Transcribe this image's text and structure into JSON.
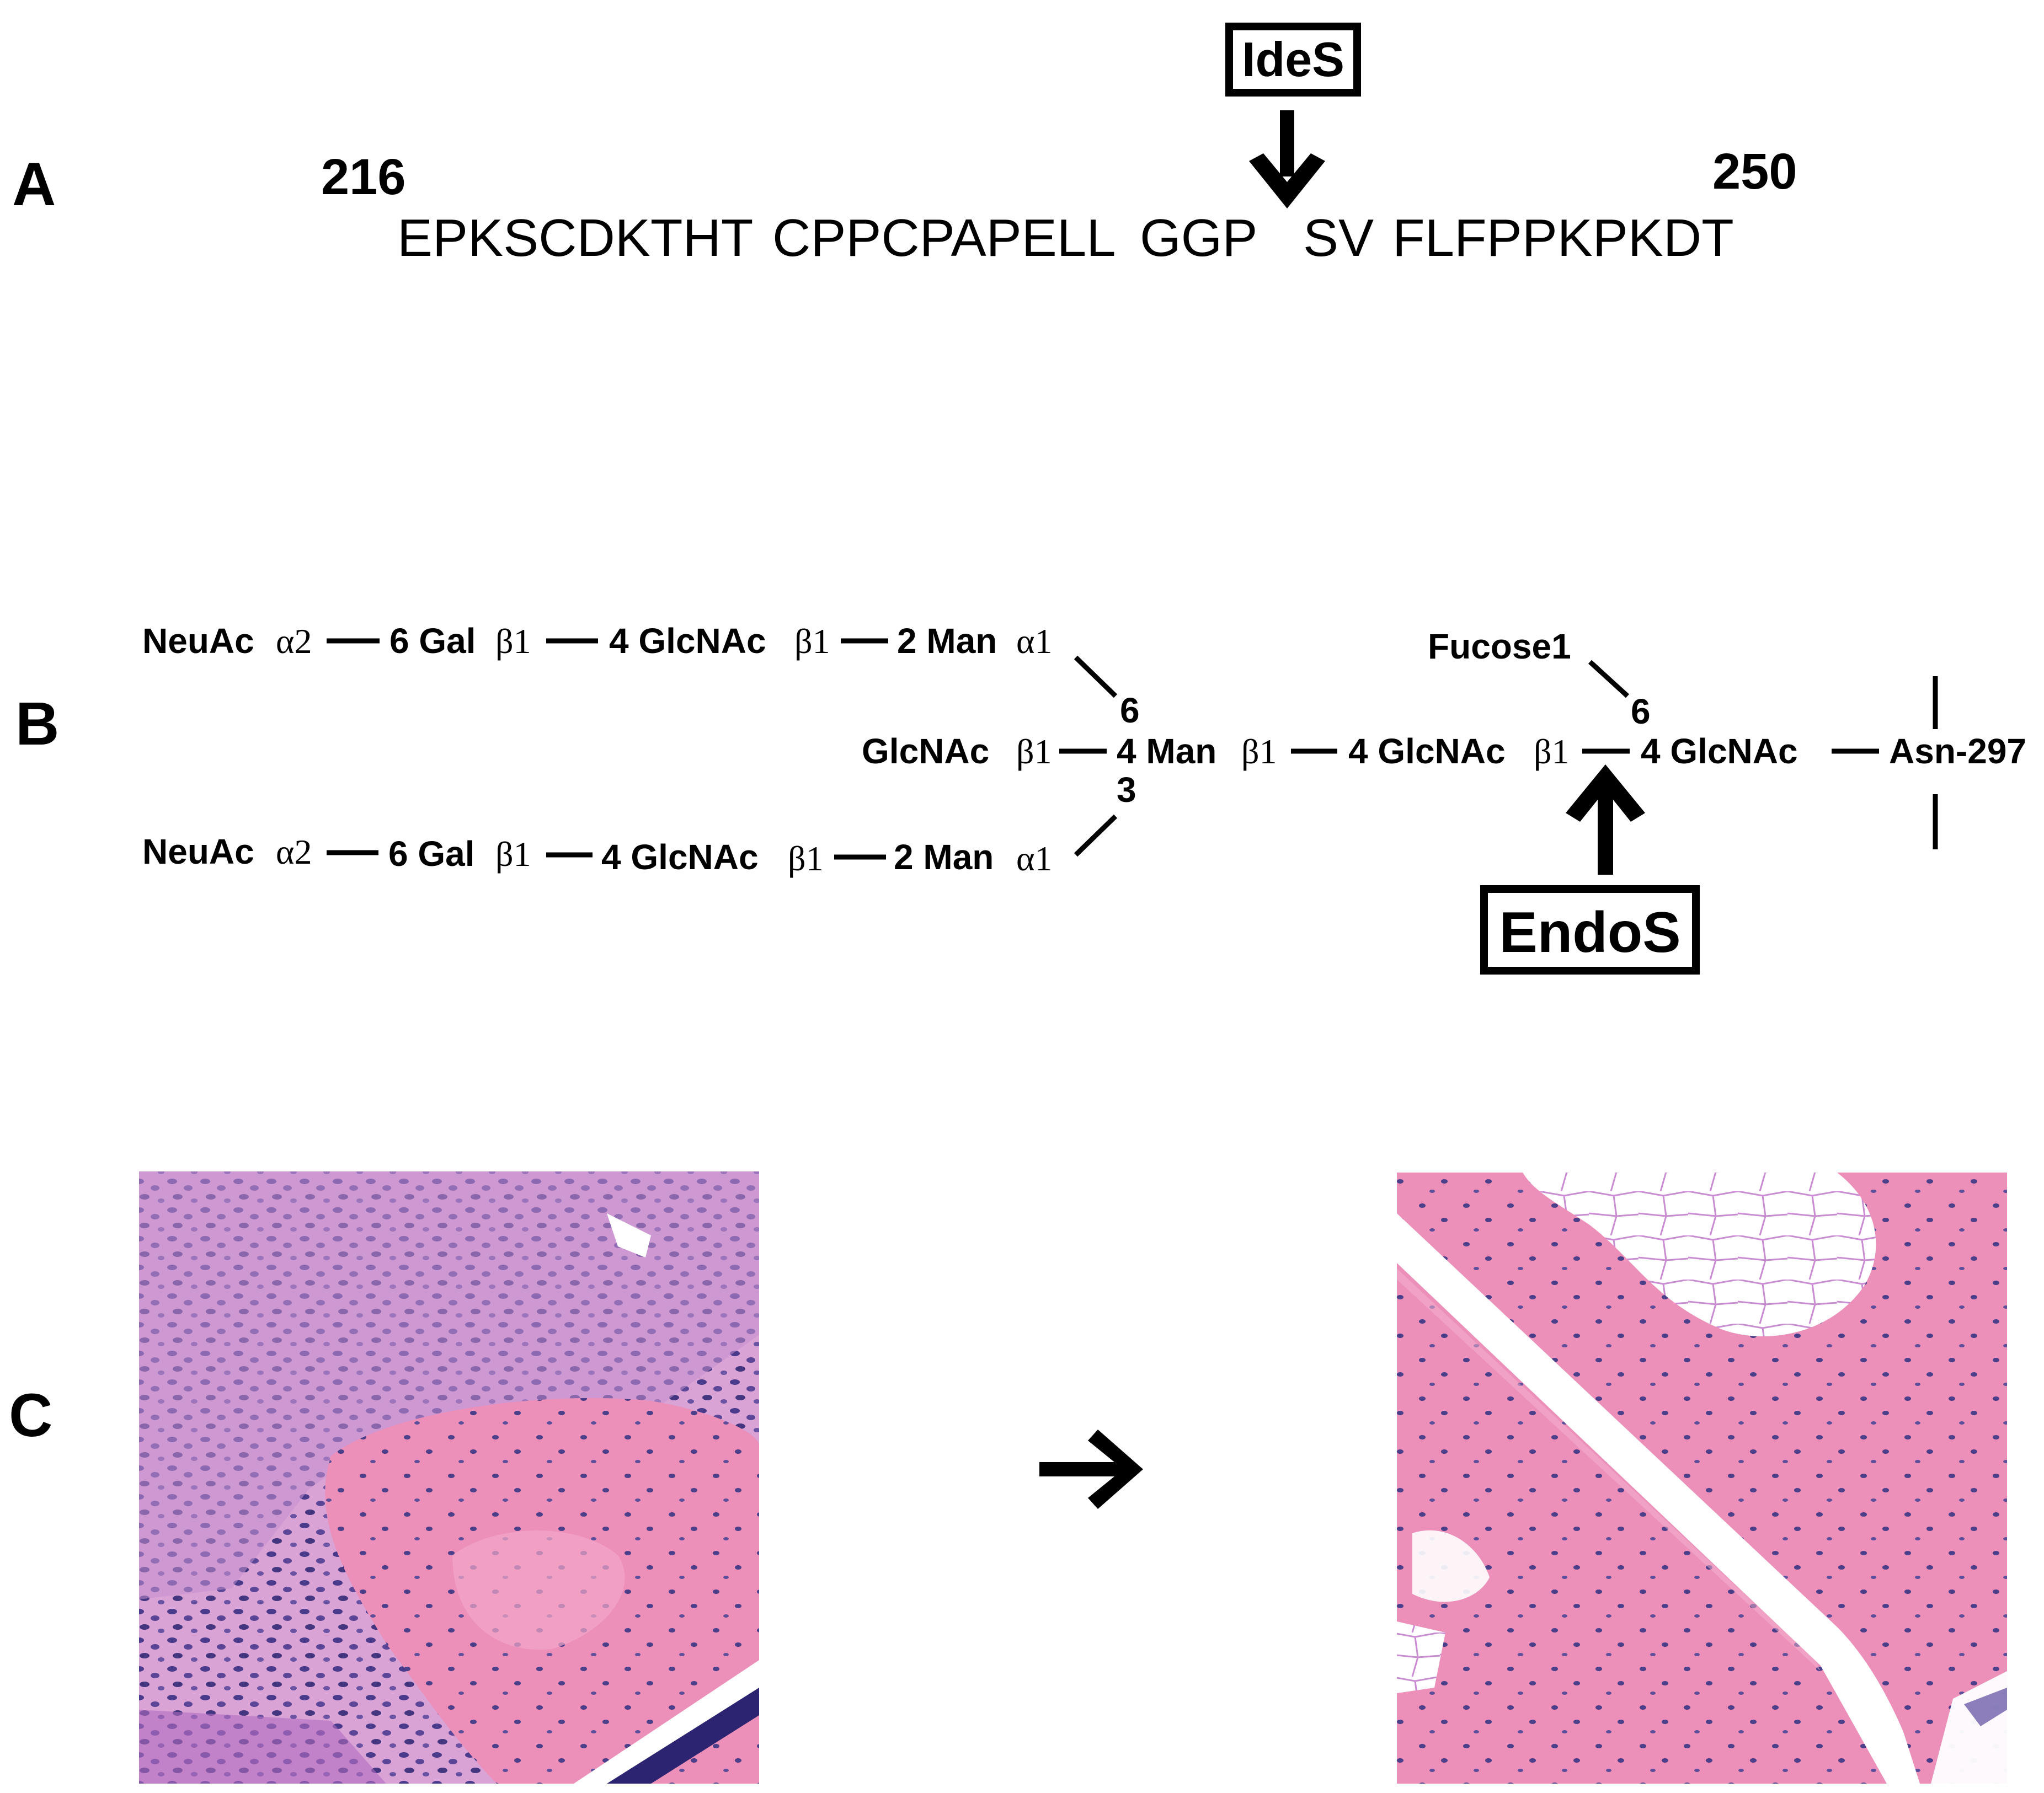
{
  "panels": {
    "a": {
      "label": "A"
    },
    "b": {
      "label": "B"
    },
    "c": {
      "label": "C"
    }
  },
  "sequence": {
    "start_number": "216",
    "end_number": "250",
    "segments": [
      "EPKSCDKTHT",
      "CPPCPAPELL",
      "GGP",
      "SV",
      "FLFPPKPKDT"
    ]
  },
  "enzymes": {
    "ides": "IdeS",
    "endos": "EndoS"
  },
  "glycan": {
    "upper_arm": [
      {
        "sugar": "NeuAc",
        "link": "α2"
      },
      {
        "sugar": "6 Gal",
        "link": "β1"
      },
      {
        "sugar": "4 GlcNAc",
        "link": "β1"
      },
      {
        "sugar": "2 Man",
        "link": "α1"
      }
    ],
    "lower_arm": [
      {
        "sugar": "NeuAc",
        "link": "α2"
      },
      {
        "sugar": "6 Gal",
        "link": "β1"
      },
      {
        "sugar": "4 GlcNAc",
        "link": "β1"
      },
      {
        "sugar": "2 Man",
        "link": "α1"
      }
    ],
    "bisecting": {
      "sugar": "GlcNAc",
      "link": "β1"
    },
    "core": [
      {
        "sugar": "4 Man",
        "link": "β1"
      },
      {
        "sugar": "4 GlcNAc",
        "link": "β1"
      },
      {
        "sugar": "4 GlcNAc",
        "link": ""
      }
    ],
    "positions": {
      "upper": "6",
      "lower": "3",
      "fucose": "6"
    },
    "fucose": "Fucose1",
    "attachment": "Asn-297"
  },
  "histology": {
    "left_image": "lesion-histology",
    "right_image": "normal-bone-histology",
    "arrow_icon": "right-arrow-icon"
  },
  "colors": {
    "eosin_pink": "#e98fb6",
    "hematoxylin_purple": "#3c2f7a",
    "white": "#ffffff"
  }
}
